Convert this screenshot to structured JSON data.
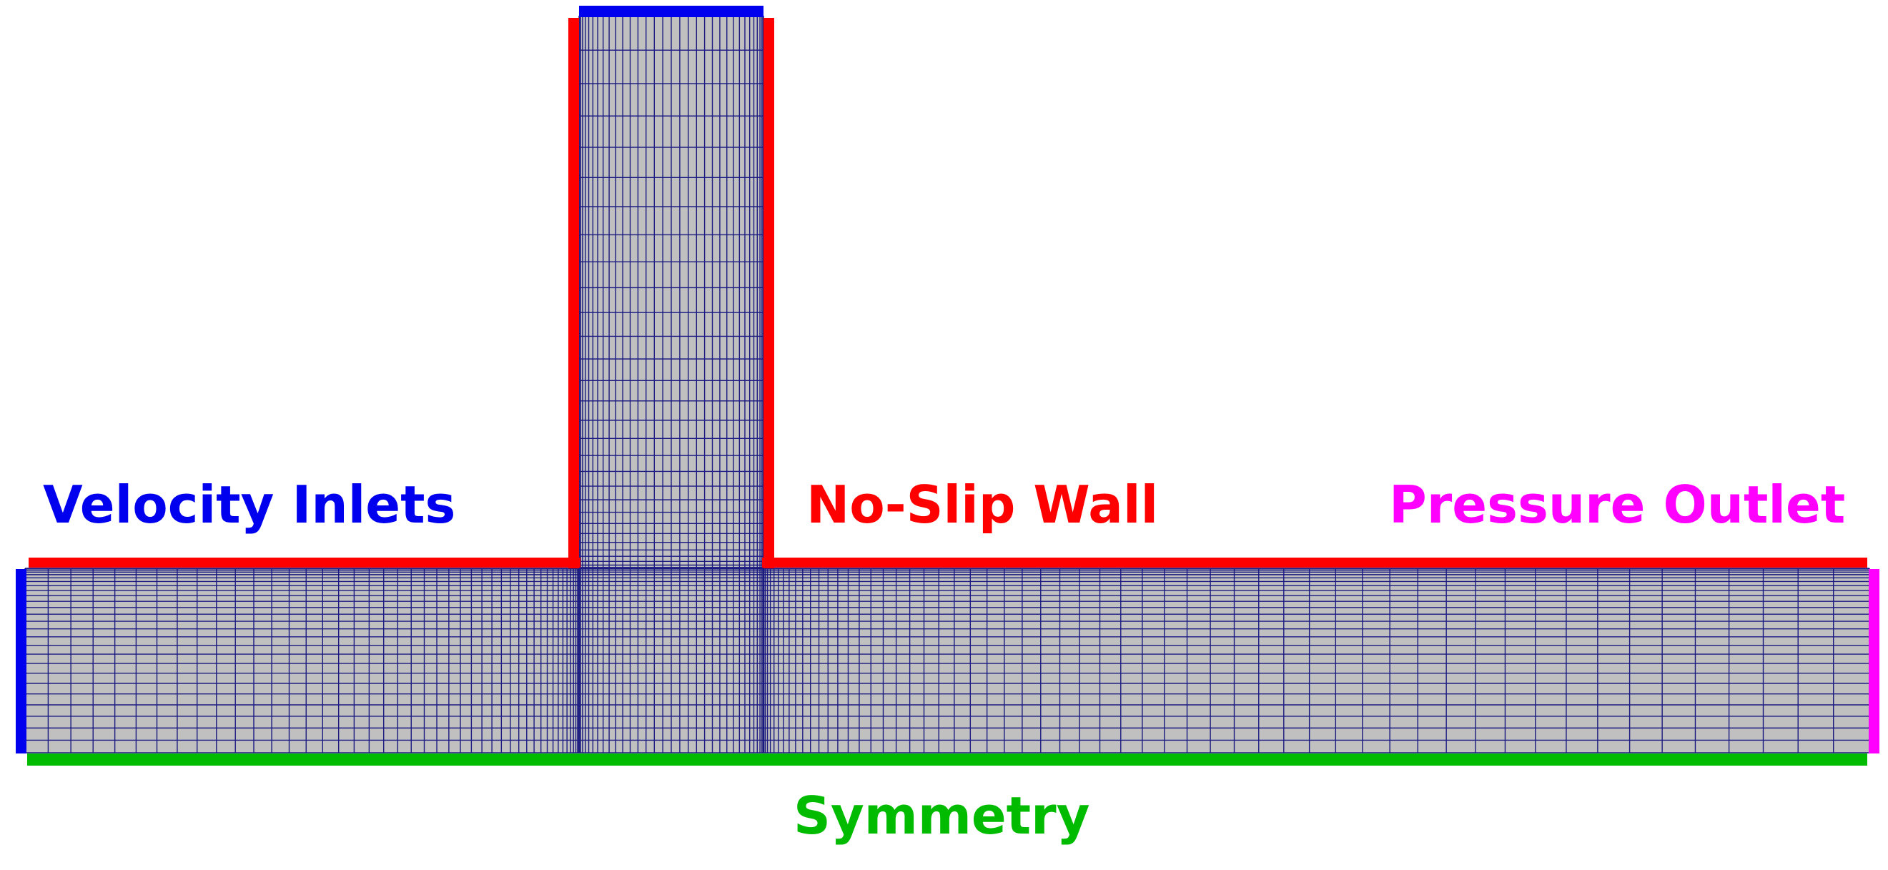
{
  "labels": {
    "velocity_inlets": "Velocity Inlets",
    "no_slip_wall": "No-Slip Wall",
    "pressure_outlet": "Pressure Outlet",
    "symmetry": "Symmetry"
  },
  "colors": {
    "velocity_inlet": "#0000ee",
    "no_slip_wall": "#ff0000",
    "pressure_outlet": "#ff00ff",
    "symmetry": "#00bb00",
    "mesh_fill": "#c0c0c0",
    "mesh_lines": "#1a1a80",
    "background": "#ffffff"
  }
}
